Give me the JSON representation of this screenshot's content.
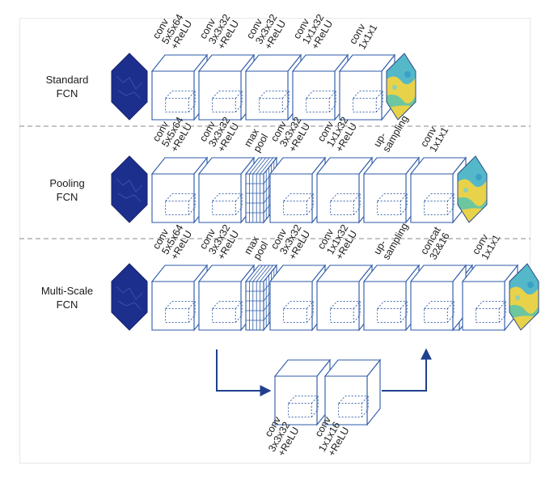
{
  "colors": {
    "box_stroke": "#2d5aa8",
    "input_fill": "#1d2f8c",
    "arrow": "#1f3f8f",
    "divider": "#8a8a8a",
    "output_yellow": "#e8d24a",
    "output_cyan": "#55b8c8"
  },
  "rows": [
    {
      "label_line1": "Standard",
      "label_line2": "FCN",
      "layers": [
        {
          "kind": "input"
        },
        {
          "kind": "conv",
          "l1": "conv",
          "l2": "5x5x64",
          "l3": "+ReLU"
        },
        {
          "kind": "conv",
          "l1": "conv",
          "l2": "3x3x32",
          "l3": "+ReLU"
        },
        {
          "kind": "conv",
          "l1": "conv",
          "l2": "3x3x32",
          "l3": "+ReLU"
        },
        {
          "kind": "conv",
          "l1": "conv",
          "l2": "1x1x32",
          "l3": "+ReLU"
        },
        {
          "kind": "conv",
          "l1": "conv",
          "l2": "1x1x1",
          "l3": ""
        },
        {
          "kind": "output"
        }
      ]
    },
    {
      "label_line1": "Pooling",
      "label_line2": "FCN",
      "layers": [
        {
          "kind": "input"
        },
        {
          "kind": "conv",
          "l1": "conv",
          "l2": "5x5x64",
          "l3": "+ReLU"
        },
        {
          "kind": "conv",
          "l1": "conv",
          "l2": "3x3x32",
          "l3": "+ReLU"
        },
        {
          "kind": "pool",
          "l1": "max",
          "l2": "pool",
          "l3": ""
        },
        {
          "kind": "conv",
          "l1": "conv",
          "l2": "3x3x32",
          "l3": "+ReLU"
        },
        {
          "kind": "conv",
          "l1": "conv",
          "l2": "1x1x32",
          "l3": "+ReLU"
        },
        {
          "kind": "conv",
          "l1": "up-",
          "l2": "sampling",
          "l3": ""
        },
        {
          "kind": "conv",
          "l1": "conv",
          "l2": "1x1x1",
          "l3": ""
        },
        {
          "kind": "output"
        }
      ]
    },
    {
      "label_line1": "Multi-Scale",
      "label_line2": "FCN",
      "layers": [
        {
          "kind": "input"
        },
        {
          "kind": "conv",
          "l1": "conv",
          "l2": "5x5x64",
          "l3": "+ReLU"
        },
        {
          "kind": "conv",
          "l1": "conv",
          "l2": "3x3x32",
          "l3": "+ReLU"
        },
        {
          "kind": "pool",
          "l1": "max",
          "l2": "pool",
          "l3": ""
        },
        {
          "kind": "conv",
          "l1": "conv",
          "l2": "3x3x32",
          "l3": "+ReLU"
        },
        {
          "kind": "conv",
          "l1": "conv",
          "l2": "1x1x32",
          "l3": "+ReLU"
        },
        {
          "kind": "conv",
          "l1": "up-",
          "l2": "sampling",
          "l3": ""
        },
        {
          "kind": "concat",
          "l1": "concat",
          "l2": "32&16",
          "l3": ""
        },
        {
          "kind": "conv",
          "l1": "conv",
          "l2": "1x1x1",
          "l3": ""
        },
        {
          "kind": "output"
        }
      ]
    }
  ],
  "branch": [
    {
      "l1": "conv",
      "l2": "3x3x32",
      "l3": "+ReLU"
    },
    {
      "l1": "conv",
      "l2": "1x1x16",
      "l3": "+ReLU"
    }
  ]
}
